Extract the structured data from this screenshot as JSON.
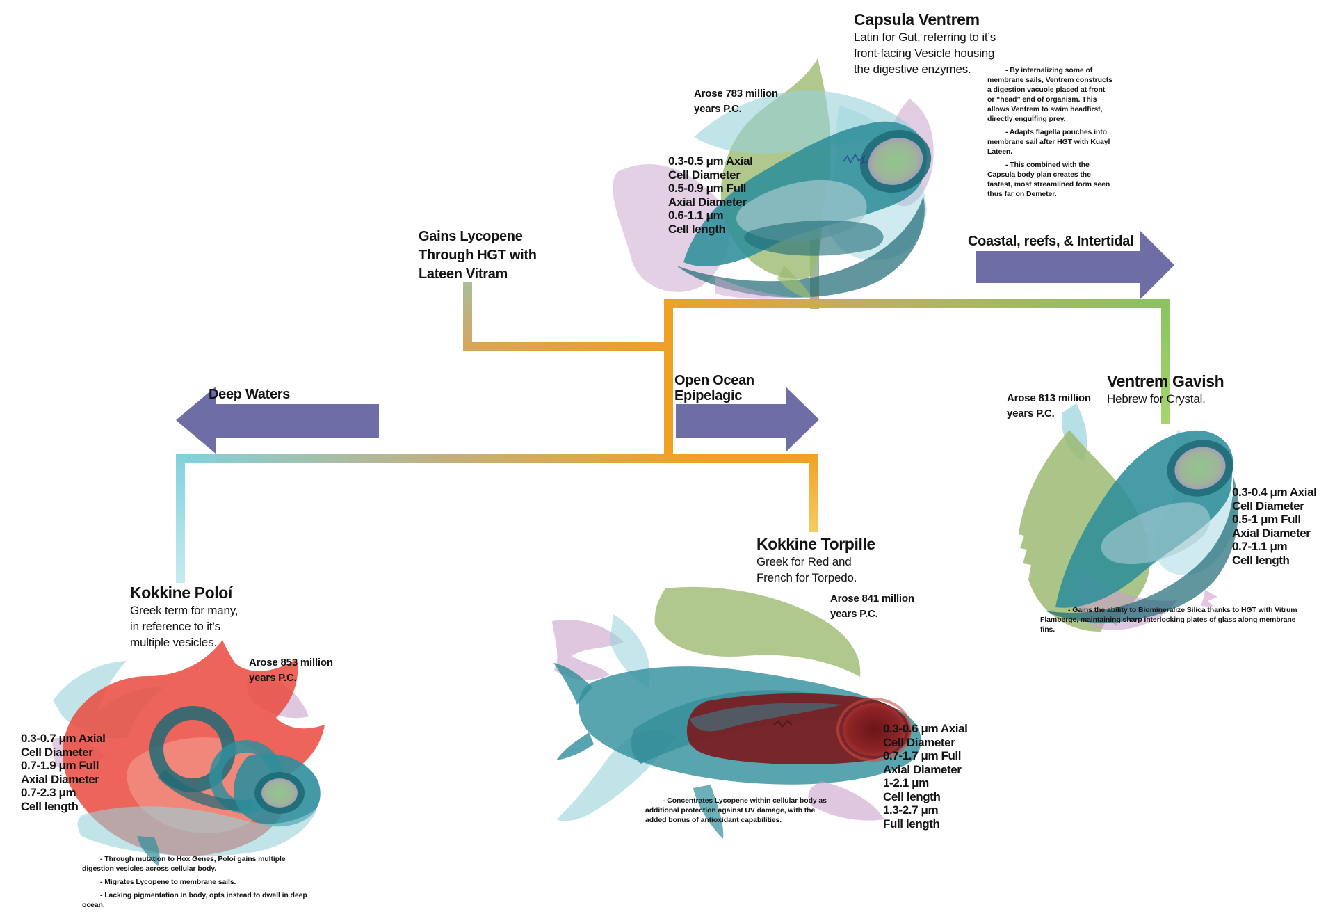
{
  "palette": {
    "arrow": "#6e6da6",
    "branch_orange": "#f0a125",
    "branch_cyan": "#7fd2de",
    "branch_green": "#8ac35f",
    "branch_sage": "#a9bd9a",
    "branch_tan": "#bdb287",
    "teal_body": "#2f8e9b",
    "teal_dark": "#1e6a76",
    "sail_green": "#9cba72",
    "sail_cyan": "#97d2db",
    "mauve": "#c9a2c9",
    "red_bright": "#ea4a3d",
    "red_dark": "#7a1c20"
  },
  "annotations": {
    "gains_lycopene": "Gains Lycopene\nThrough HGT with\nLateen Vitram"
  },
  "arrows": {
    "deep_waters": "Deep Waters",
    "open_ocean": "Open Ocean\nEpipelagic",
    "coastal": "Coastal, reefs, & Intertidal"
  },
  "organisms": {
    "capsula_ventrem": {
      "name": "Capsula Ventrem",
      "etymology": "Latin for Gut, referring to it’s\nfront-facing Vesicle housing\nthe digestive enzymes.",
      "arose": "Arose 783 million\nyears P.C.",
      "measurements": "0.3-0.5 μm Axial\nCell Diameter\n0.5-0.9 μm Full\nAxial Diameter\n0.6-1.1 μm\nCell length",
      "notes": [
        "-  By internalizing some of membrane sails, Ventrem constructs a digestion vacuole placed at front or “head” end of organism. This allows Ventrem to swim headfirst, directly engulfing prey.",
        "-  Adapts flagella pouches into membrane sail after HGT with Kuayl Lateen.",
        "-  This combined with the Capsula body plan creates the fastest, most streamlined form seen thus far on Demeter."
      ]
    },
    "ventrem_gavish": {
      "name": "Ventrem Gavish",
      "etymology": "Hebrew for Crystal.",
      "arose": "Arose 813 million\nyears P.C.",
      "measurements": "0.3-0.4 μm Axial\nCell Diameter\n0.5-1 μm Full\nAxial Diameter\n0.7-1.1 μm\nCell length",
      "notes": [
        "-  Gains the ability to Biomineralize Silica thanks to HGT with Vitrum Flamberge, maintaining sharp interlocking plates of glass along membrane fins."
      ]
    },
    "kokkine_torpille": {
      "name": "Kokkine Torpille",
      "etymology": "Greek for Red and\nFrench for Torpedo.",
      "arose": "Arose 841 million\nyears P.C.",
      "measurements": "0.3-0.6 μm Axial\nCell Diameter\n0.7-1.7 μm Full\nAxial Diameter\n1-2.1 μm\nCell length\n1.3-2.7 μm\nFull length",
      "notes": [
        "-  Concentrates Lycopene within cellular body as additional protection against UV damage, with the added bonus of antioxidant capabilities."
      ]
    },
    "kokkine_poloi": {
      "name": "Kokkine Poloí",
      "etymology": "Greek term for many,\nin reference to it’s\nmultiple vesicles.",
      "arose": "Arose 853 million\nyears P.C.",
      "measurements": "0.3-0.7 μm Axial\nCell Diameter\n0.7-1.9 μm Full\nAxial Diameter\n0.7-2.3 μm\nCell length",
      "notes": [
        "-  Through mutation to Hox Genes, Poloí gains multiple digestion vesicles across cellular body.",
        "-  Migrates Lycopene to membrane sails.",
        "-  Lacking pigmentation in body, opts instead to dwell in deep ocean."
      ]
    }
  }
}
